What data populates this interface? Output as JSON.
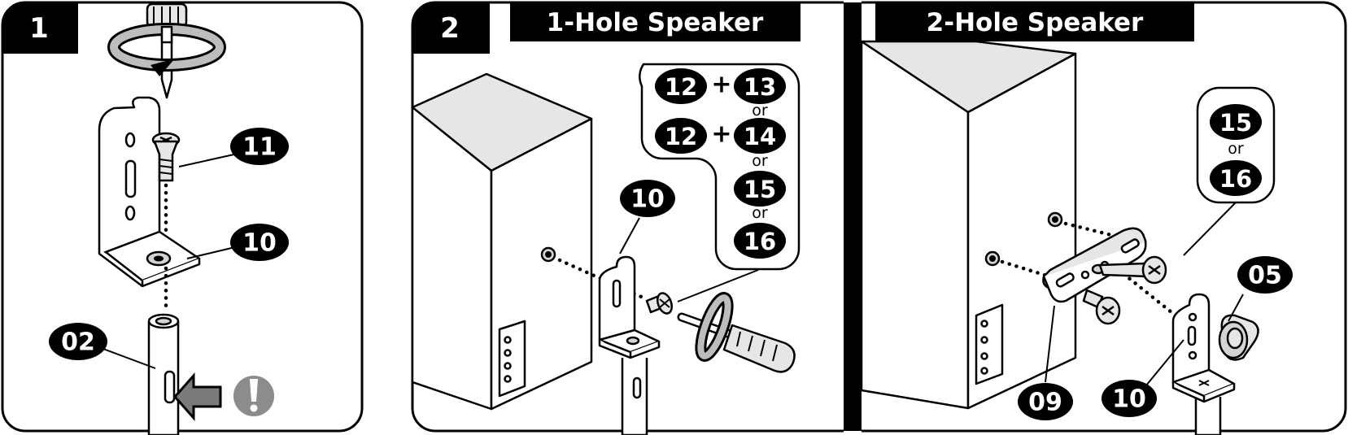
{
  "panel1": {
    "step": "1",
    "labels": {
      "p11": "11",
      "p10": "10",
      "p02": "02"
    }
  },
  "panel2": {
    "step": "2",
    "title": "1-Hole Speaker",
    "labels": {
      "p10": "10"
    },
    "options": {
      "r1a": "12",
      "r1plus": "+",
      "r1b": "13",
      "or1": "or",
      "r2a": "12",
      "r2plus": "+",
      "r2b": "14",
      "or2": "or",
      "r3": "15",
      "or3": "or",
      "r4": "16"
    }
  },
  "panel3": {
    "title": "2-Hole Speaker",
    "labels": {
      "p05": "05",
      "p09": "09",
      "p10": "10"
    },
    "options": {
      "a": "15",
      "or": "or",
      "b": "16"
    }
  },
  "colors": {
    "ink": "#000000",
    "paper": "#ffffff",
    "shade": "#e6e6e6"
  }
}
